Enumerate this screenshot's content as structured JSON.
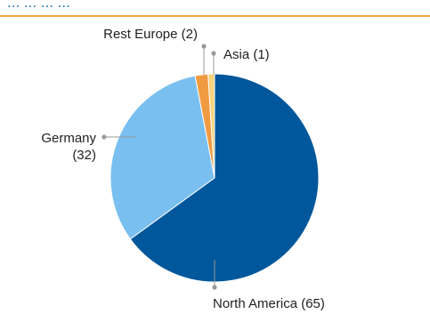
{
  "heading": "... ... ... ...",
  "colors": {
    "accent": "#1a75bf",
    "rule": "#f0a44a",
    "leader": "#999999"
  },
  "chart_data": {
    "type": "pie",
    "title": "",
    "start_angle_deg": 0,
    "direction": "clockwise",
    "slices": [
      {
        "label": "North America",
        "value": 65,
        "color": "#00579b"
      },
      {
        "label": "Germany",
        "value": 32,
        "color": "#79bff0"
      },
      {
        "label": "Rest Europe",
        "value": 2,
        "color": "#f09a42"
      },
      {
        "label": "Asia",
        "value": 1,
        "color": "#f6d27c"
      }
    ],
    "data_labels": [
      {
        "lines": [
          "North America (65)"
        ]
      },
      {
        "lines": [
          "Germany",
          "(32)"
        ]
      },
      {
        "lines": [
          "Rest Europe (2)"
        ]
      },
      {
        "lines": [
          "Asia (1)"
        ]
      }
    ]
  }
}
